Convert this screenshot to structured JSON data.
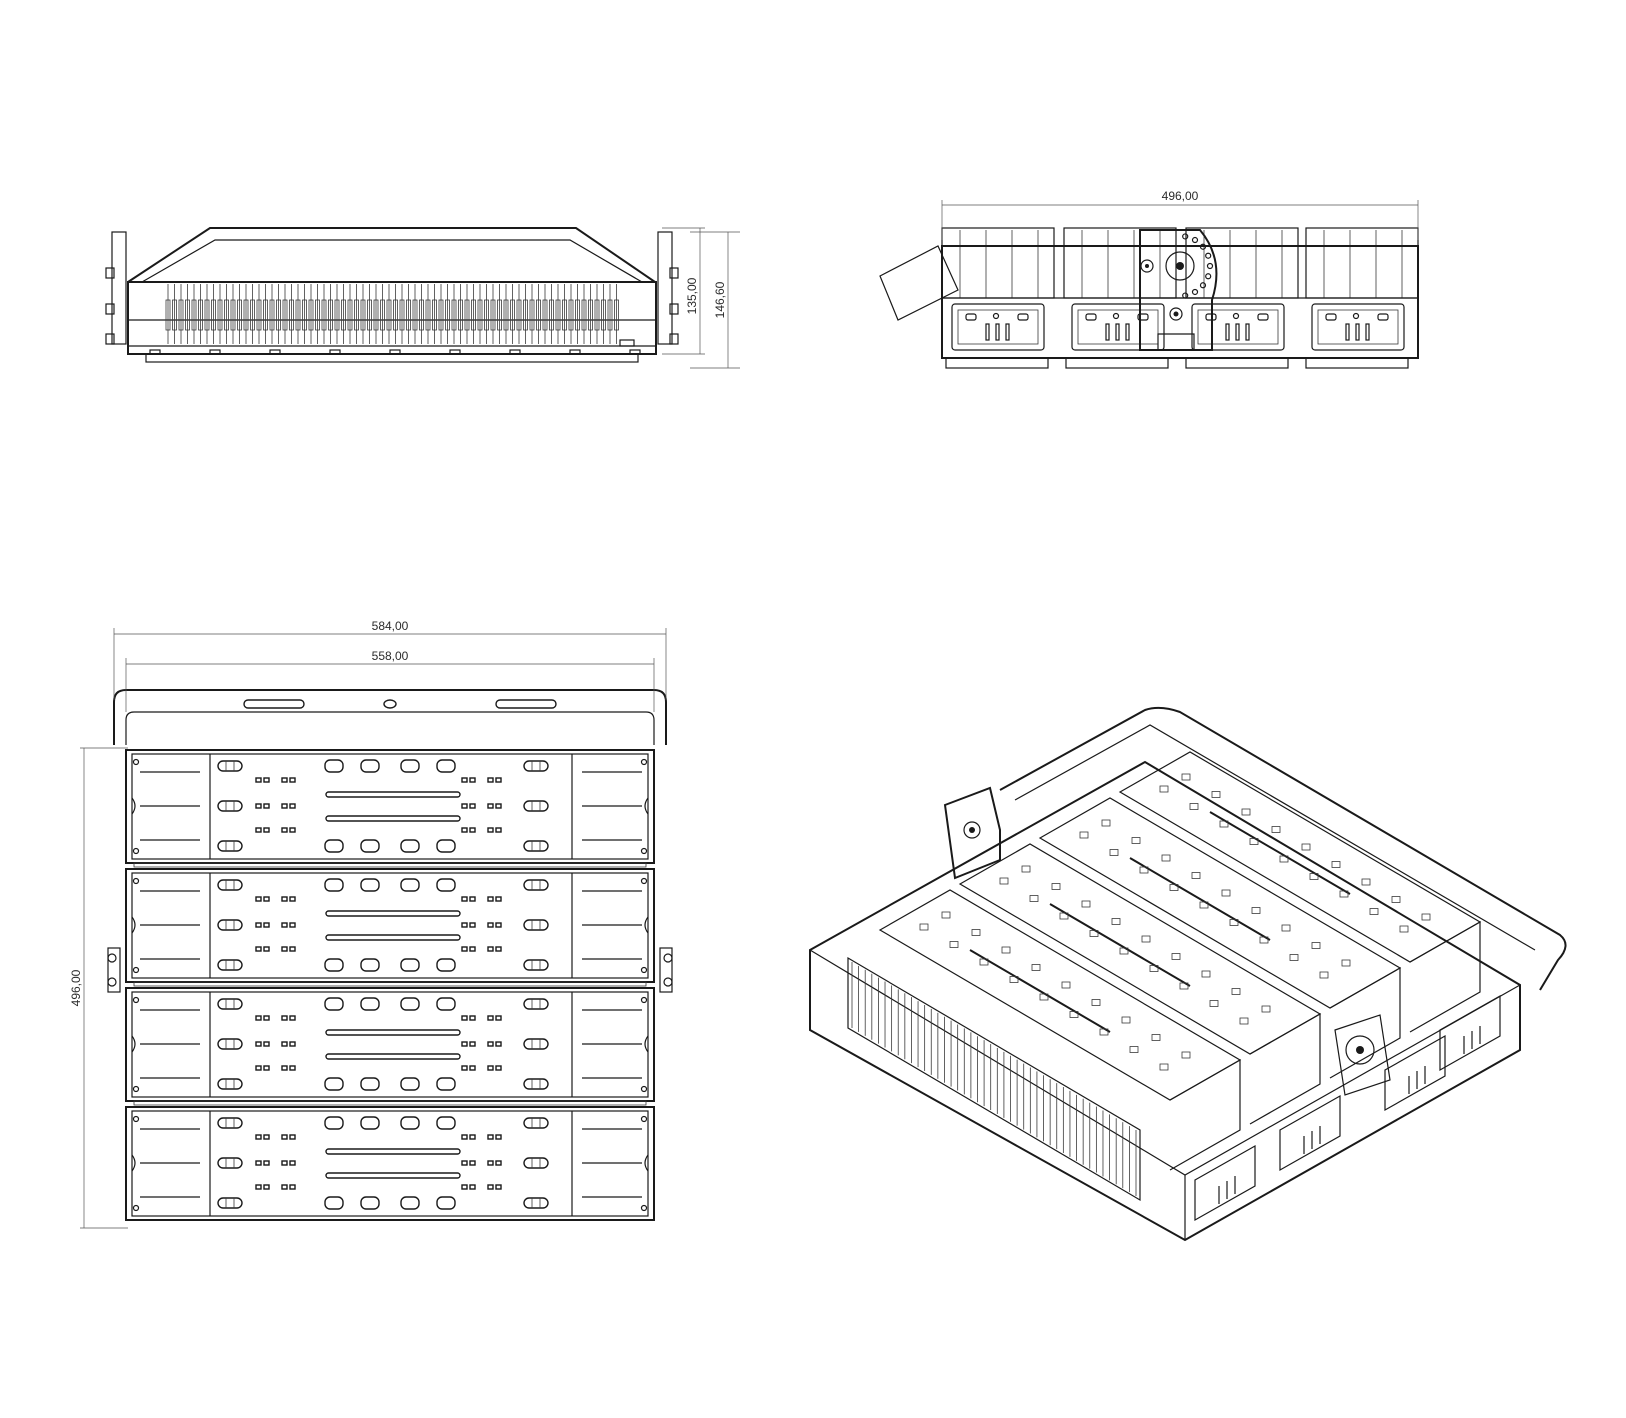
{
  "drawing": {
    "views": {
      "front": {
        "dimensions": {
          "height_a": "135,00",
          "height_b": "146,60"
        }
      },
      "side": {
        "dimensions": {
          "width": "496,00"
        }
      },
      "top": {
        "dimensions": {
          "overall_width": "584,00",
          "inner_width": "558,00",
          "depth": "496,00"
        },
        "module_count": 4
      },
      "isometric": {}
    },
    "line_color": "#1a1a1a",
    "background": "#ffffff"
  }
}
